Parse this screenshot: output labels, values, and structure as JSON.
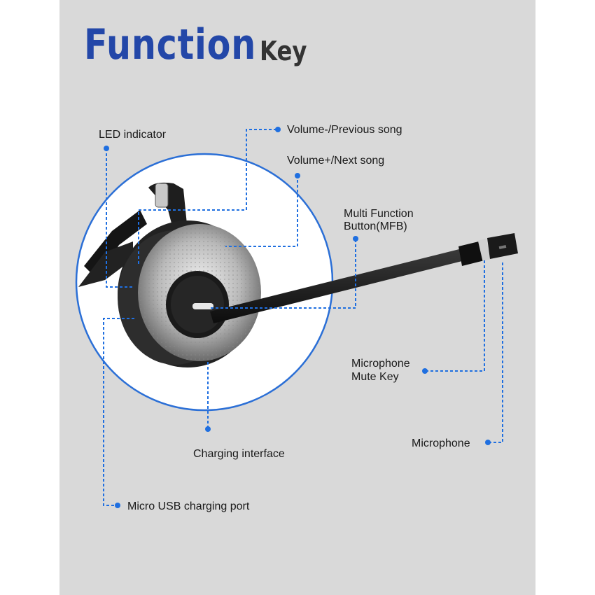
{
  "title": {
    "main": "Function",
    "sub": "Key"
  },
  "labels": {
    "led": "LED indicator",
    "vol_minus": "Volume-/Previous song",
    "vol_plus": "Volume+/Next song",
    "mfb_line1": "Multi Function",
    "mfb_line2": "Button(MFB)",
    "mute_line1": "Microphone",
    "mute_line2": "Mute Key",
    "microphone": "Microphone",
    "charging": "Charging interface",
    "usb": "Micro USB charging port"
  },
  "colors": {
    "title": "#2347a8",
    "callout": "#1f6fe0",
    "background": "#d9d9d9"
  }
}
